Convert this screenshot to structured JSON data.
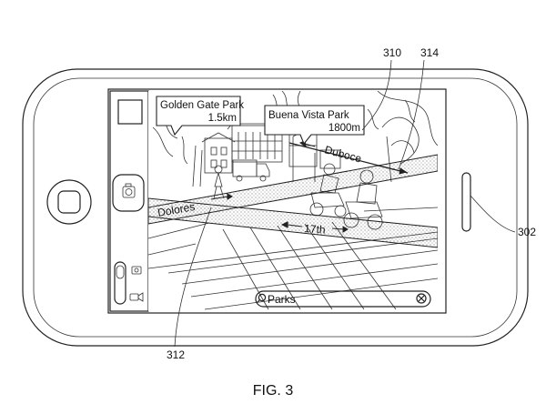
{
  "figure": {
    "caption": "FIG. 3"
  },
  "callouts": {
    "ref_310": "310",
    "ref_314": "314",
    "ref_302": "302",
    "ref_312": "312"
  },
  "poi_labels": [
    {
      "name": "Golden Gate Park",
      "distance": "1.5km"
    },
    {
      "name": "Buena Vista Park",
      "distance": "1800m"
    }
  ],
  "street_labels": {
    "dolores": "Dolores",
    "duboce": "Duboce",
    "seventeenth": "17th"
  },
  "search": {
    "value": "Parks"
  },
  "icons": {
    "home": "home-button-icon",
    "shutter": "camera-shutter-icon",
    "photo_mode": "photo-camera-icon",
    "video_mode": "video-camera-icon",
    "clear": "clear-search-icon",
    "search": "search-icon"
  }
}
